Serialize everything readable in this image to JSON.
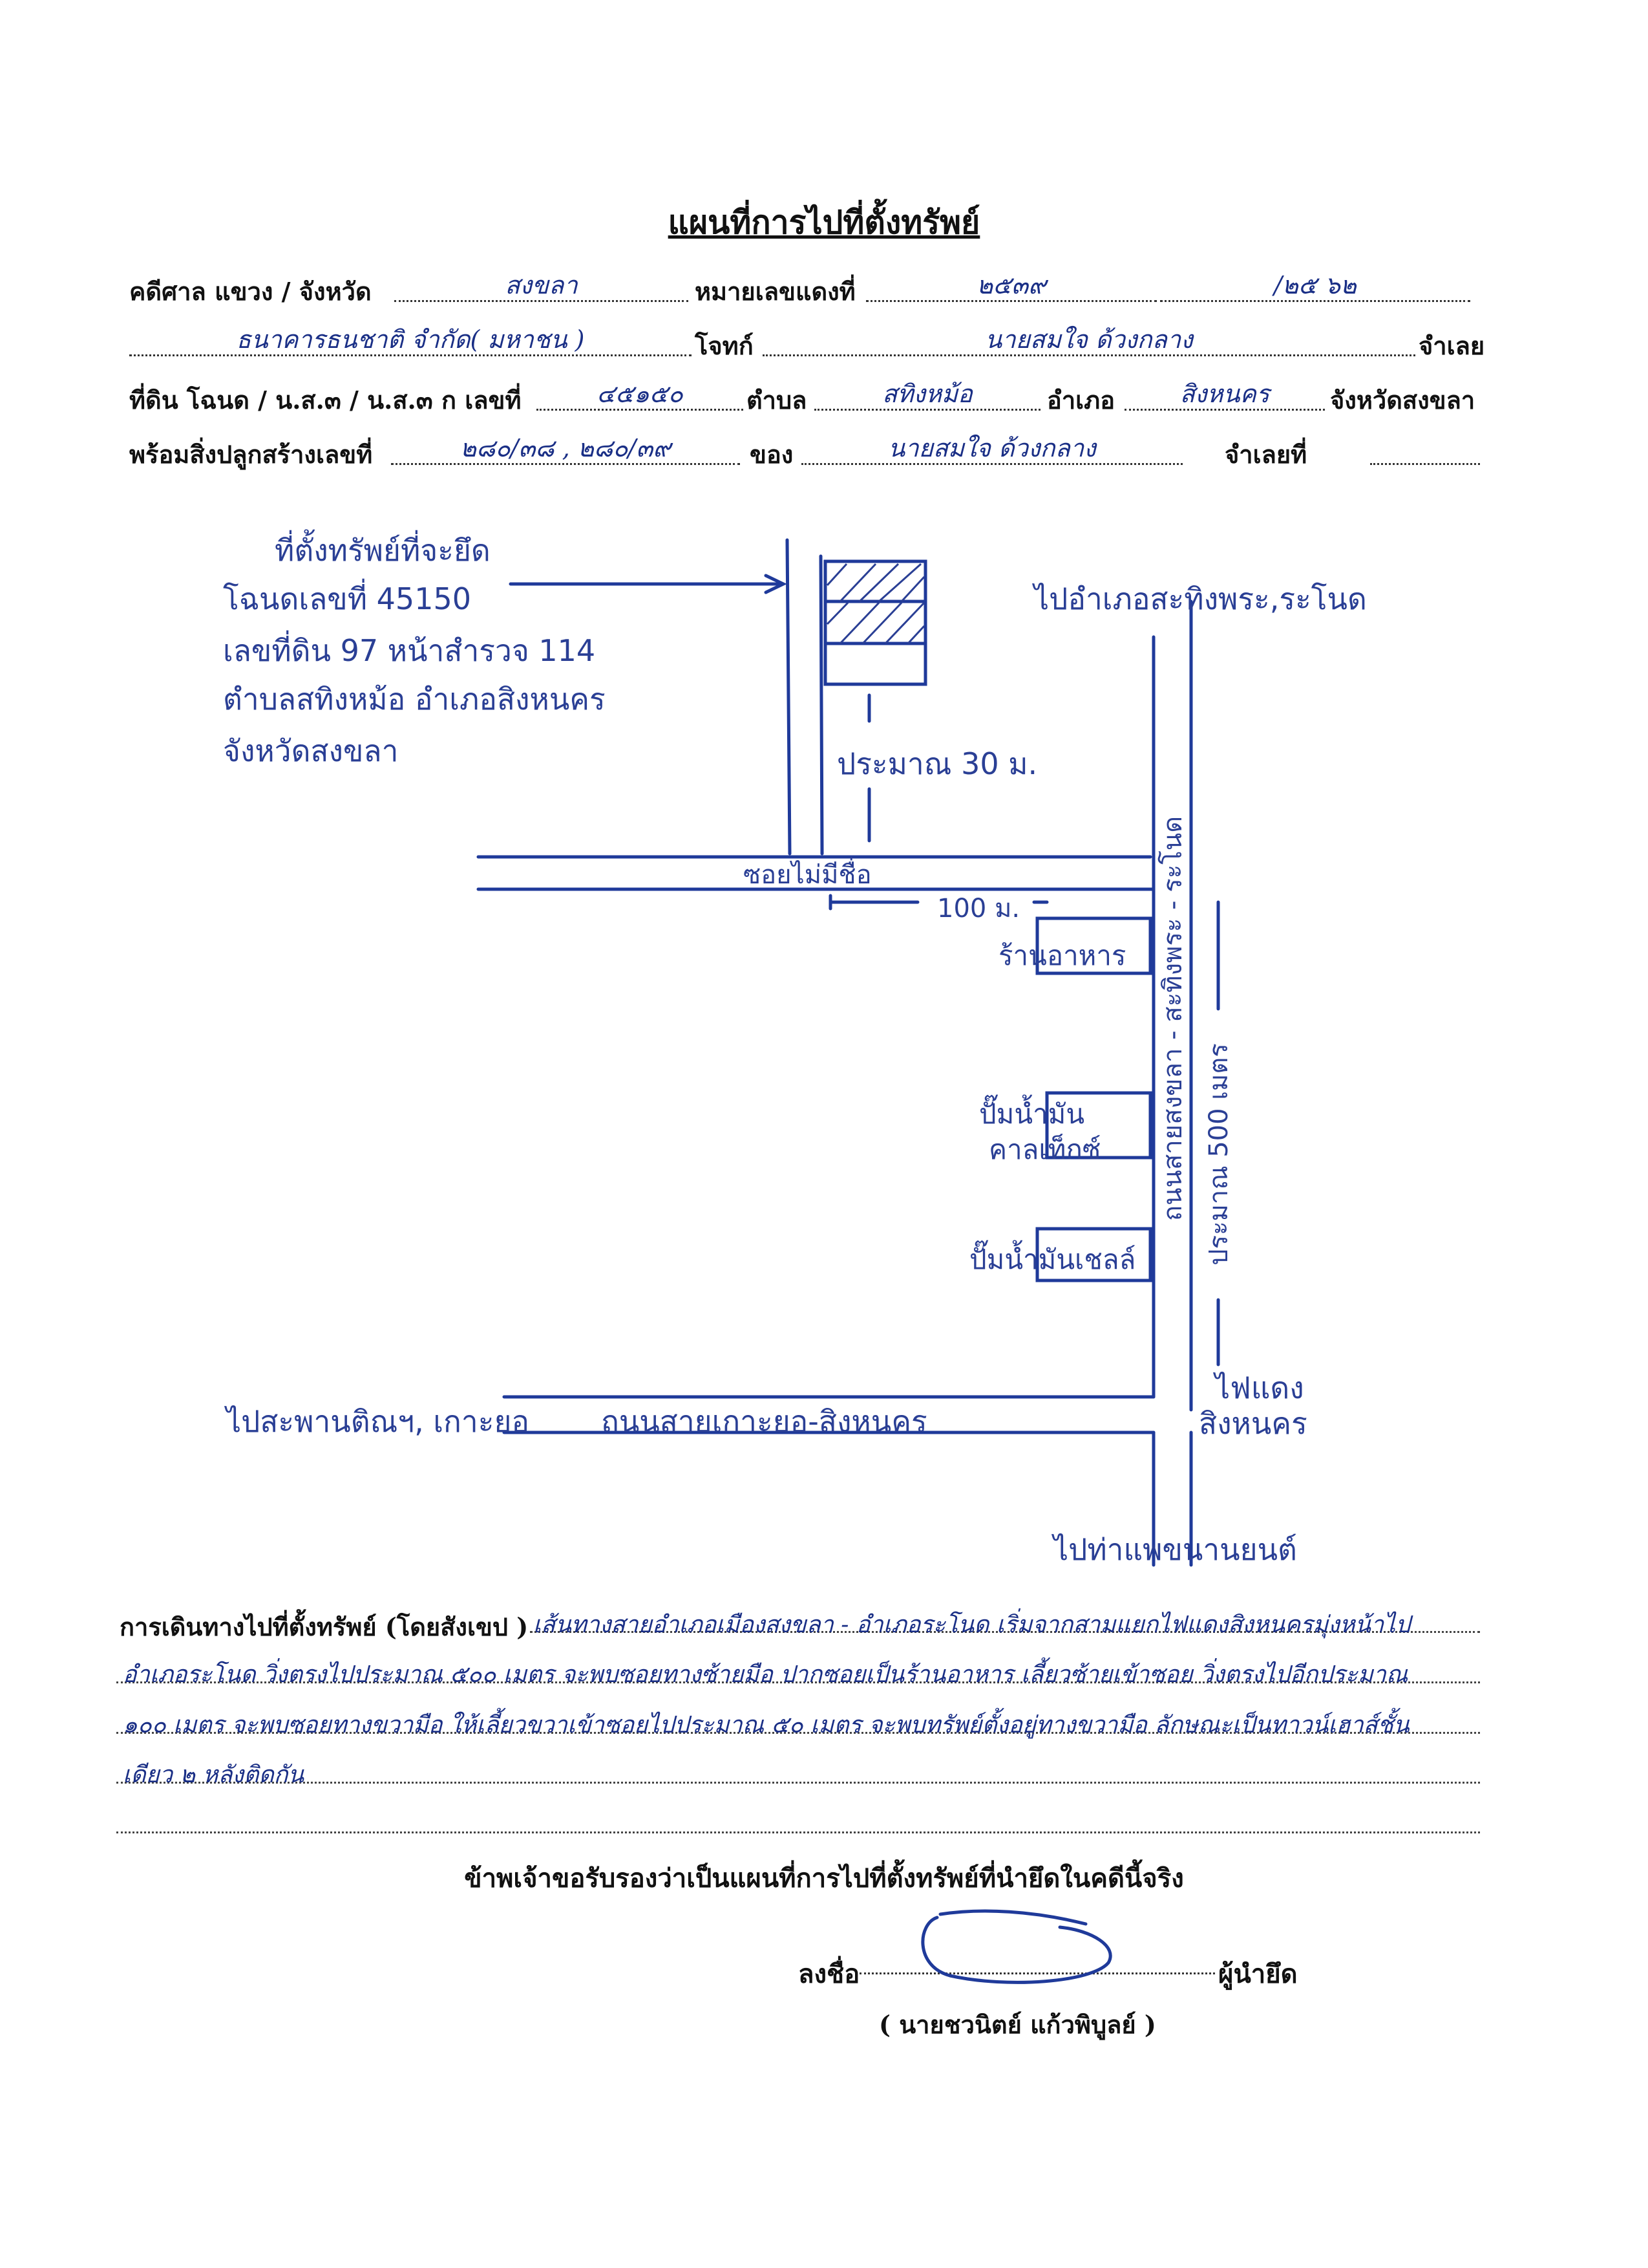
{
  "title": "แผนที่การไปที่ตั้งทรัพย์",
  "form": {
    "court_label": "คดีศาล แขวง / จังหวัด",
    "court_value": "สงขลา",
    "red_case_label": "หมายเลขแดงที่",
    "red_case_no": "๒๕๓๙",
    "red_case_year": "/๒๕ ๖๒",
    "plaintiff_value": "ธนาคารธนชาติ จำกัด( มหาชน )",
    "plaintiff_label": "โจทก์",
    "defendant_value": "นายสมใจ ด้วงกลาง",
    "defendant_label": "จำเลย",
    "land_label": "ที่ดิน โฉนด / น.ส.๓ / น.ส.๓ ก เลขที่",
    "land_no": "๔๕๑๕๐",
    "subdistrict_label": "ตำบล",
    "subdistrict_value": "สทิงหม้อ",
    "district_label": "อำเภอ",
    "district_value": "สิงหนคร",
    "province_text": "จังหวัดสงขลา",
    "building_label": "พร้อมสิ่งปลูกสร้างเลขที่",
    "building_no": "๒๘๐/๓๘ , ๒๘๐/๓๙",
    "owner_label": "ของ",
    "owner_value": "นายสมใจ ด้วงกลาง",
    "owner_role": "จำเลยที่"
  },
  "map": {
    "property_note": [
      "ที่ตั้งทรัพย์ที่จะยึด",
      "โฉนดเลขที่ 45150",
      "เลขที่ดิน 97 หน้าสำรวจ 114",
      "ตำบลสทิงหม้อ อำเภอสิงหนคร",
      "จังหวัดสงขลา"
    ],
    "to_north": "ไปอำเภอสะทิงพระ,ระโนด",
    "approx_30": "ประมาณ 30 ม.",
    "soi": "ซอยไม่มีชื่อ",
    "dist_100": "100 ม.",
    "restaurant": "ร้านอาหาร",
    "gas1_line1": "ปั๊มน้ำมัน",
    "gas1_line2": "คาลเท็กซ์",
    "gas2": "ปั๊มน้ำมันเชลล์",
    "main_road": "ถนนสายสงขลา - สะทิงพระ - ระโนด",
    "approx_500": "ประมาณ 500 เมตร",
    "traffic_light": [
      "ไฟแดง",
      "สิงหนคร"
    ],
    "to_west": "ไปสะพานติณฯ, เกาะยอ",
    "west_road": "ถนนสายเกาะยอ-สิงหนคร",
    "to_south": "ไปท่าแพขนานยนต์"
  },
  "narrative": {
    "label": "การเดินทางไปที่ตั้งทรัพย์ (โดยสังเขป )",
    "line1": "เส้นทางสายอำเภอเมืองสงขลา - อำเภอระโนด เริ่มจากสามแยกไฟแดงสิงหนครมุ่งหน้าไป",
    "line2": "อำเภอระโนด วิ่งตรงไปประมาณ ๕๐๐ เมตร จะพบซอยทางซ้ายมือ ปากซอยเป็นร้านอาหาร เลี้ยวซ้ายเข้าซอย วิ่งตรงไปอีกประมาณ",
    "line3": "๑๐๐ เมตร จะพบซอยทางขวามือ ให้เลี้ยวขวาเข้าซอยไปประมาณ ๕๐ เมตร จะพบทรัพย์ตั้งอยู่ทางขวามือ ลักษณะเป็นทาวน์เฮาส์ชั้น",
    "line4": "เดียว ๒ หลังติดกัน"
  },
  "certification": "ข้าพเจ้าขอรับรองว่าเป็นแผนที่การไปที่ตั้งทรัพย์ที่นำยึดในคดีนี้จริง",
  "signature": {
    "sign_label": "ลงชื่อ",
    "role": "ผู้นำยึด",
    "name": "(    นายชวนิตย์ แก้วพิบูลย์    )"
  }
}
